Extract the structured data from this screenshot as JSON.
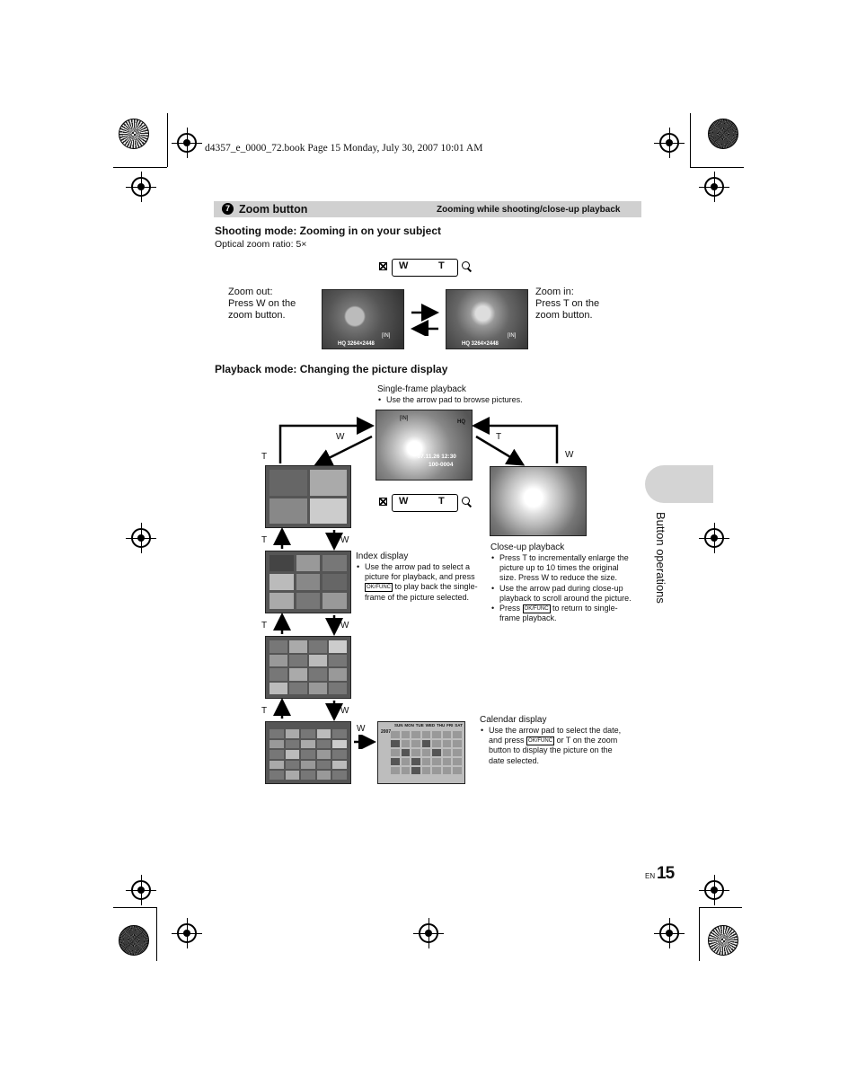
{
  "print_header": "d4357_e_0000_72.book  Page 15  Monday, July 30, 2007  10:01 AM",
  "section": {
    "number": "7",
    "title": "Zoom button",
    "subtitle": "Zooming while shooting/close-up playback"
  },
  "shooting": {
    "heading": "Shooting mode: Zooming in on your subject",
    "zoom_ratio": "Optical zoom ratio: 5×",
    "zoom_out_label": "Zoom out:\nPress W on the\nzoom button.",
    "zoom_in_label": "Zoom in:\nPress T on the\nzoom button.",
    "lcd_text_left": "HQ 3264×2448",
    "lcd_text_right": "HQ 3264×2448",
    "count_left": "[IN]",
    "count_right": "[IN]"
  },
  "zoom_switch": {
    "w": "W",
    "t": "T"
  },
  "playback": {
    "heading": "Playback mode: Changing the picture display",
    "single_frame_title": "Single-frame playback",
    "single_frame_bullet": "Use the arrow pad to browse pictures.",
    "single_frame_date": "'07.11.26  12:30",
    "single_frame_file": "100-0004",
    "single_frame_badge": "HQ",
    "single_frame_in": "[IN]",
    "index_title": "Index display",
    "index_bullet_1": "Use the arrow pad to select a picture for playback, and press",
    "index_bullet_1b": "to play back the single-frame of the picture selected.",
    "closeup_title": "Close-up playback",
    "closeup_bullets": [
      "Press T to incrementally enlarge the picture up to 10 times the original size. Press W to reduce the size.",
      "Use the arrow pad during close-up playback to scroll around the picture."
    ],
    "closeup_bullet_3a": "Press",
    "closeup_bullet_3b": "to return to single-frame playback.",
    "calendar_title": "Calendar display",
    "calendar_bullet_a": "Use the arrow pad to select the date, and press",
    "calendar_bullet_b": "or T on the zoom button to display the picture on the date selected.",
    "calendar_days": [
      "SUN",
      "MON",
      "TUE",
      "WED",
      "THU",
      "FRI",
      "SAT"
    ],
    "calendar_year": "2007",
    "arrow_labels": {
      "t": "T",
      "w": "W"
    },
    "ok_label": "OK/FUNC"
  },
  "sidebar_tab": "Button operations",
  "footer": {
    "lang": "EN",
    "page": "15"
  }
}
